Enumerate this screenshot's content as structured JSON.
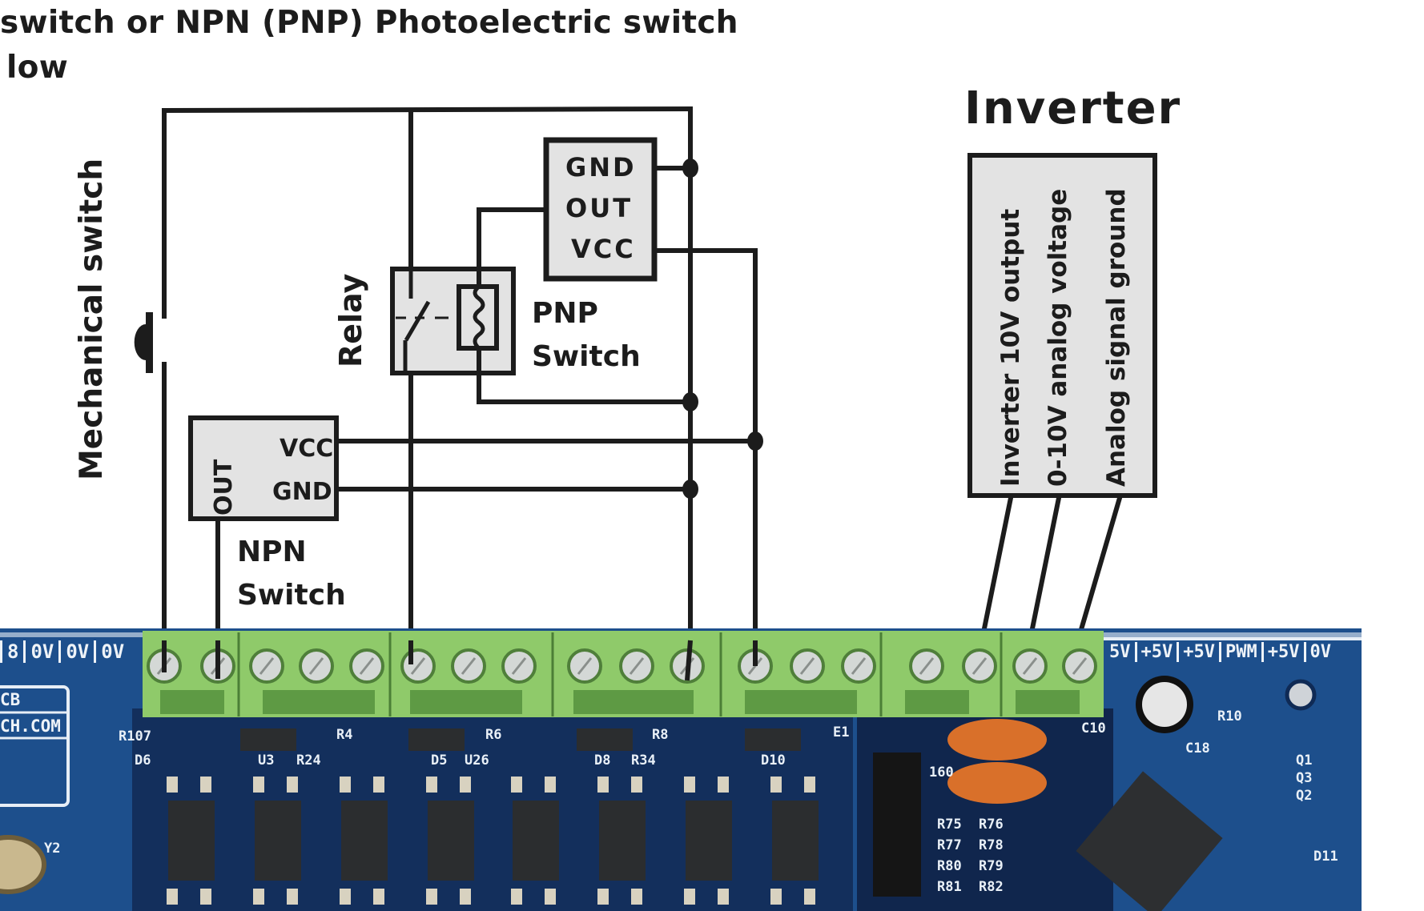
{
  "header": {
    "line1": "switch or NPN (PNP) Photoelectric switch",
    "line2": "low"
  },
  "mechanical_switch": {
    "label": "Mechanical switch"
  },
  "relay": {
    "label": "Relay"
  },
  "pnp_switch": {
    "label_line1": "PNP",
    "label_line2": "Switch",
    "pins": [
      "GND",
      "OUT",
      "VCC"
    ]
  },
  "npn_switch": {
    "label_line1": "NPN",
    "label_line2": "Switch",
    "pins": {
      "out": "OUT",
      "vcc": "VCC",
      "gnd": "GND"
    }
  },
  "inverter": {
    "title": "Inverter",
    "terminals": [
      "Inverter 10V output",
      "0-10V analog voltage",
      "Analog signal ground"
    ]
  },
  "pcb": {
    "left_silkscreen": [
      "8",
      "0V",
      "0V",
      "0V"
    ],
    "right_silkscreen": [
      "5V",
      "+5V",
      "+5V",
      "PWM",
      "+5V",
      "0V"
    ],
    "left_logo": [
      "CB",
      "CH.COM"
    ],
    "component_labels": [
      "R107",
      "D6",
      "U3",
      "R24",
      "R4",
      "D5",
      "U26",
      "R6",
      "D8",
      "R34",
      "R8",
      "D10",
      "E1",
      "Y2",
      "R75",
      "R76",
      "R77",
      "R78",
      "R80",
      "R79",
      "R81",
      "R82",
      "C10",
      "C18",
      "R10",
      "Q1",
      "Q3",
      "Q2",
      "D11",
      "160"
    ],
    "colors": {
      "board": "#1d4f8c",
      "board_dark": "#132f5c",
      "terminal": "#8fca6a",
      "terminal_dark": "#5e9a44",
      "capacitor": "#d9702a"
    }
  }
}
